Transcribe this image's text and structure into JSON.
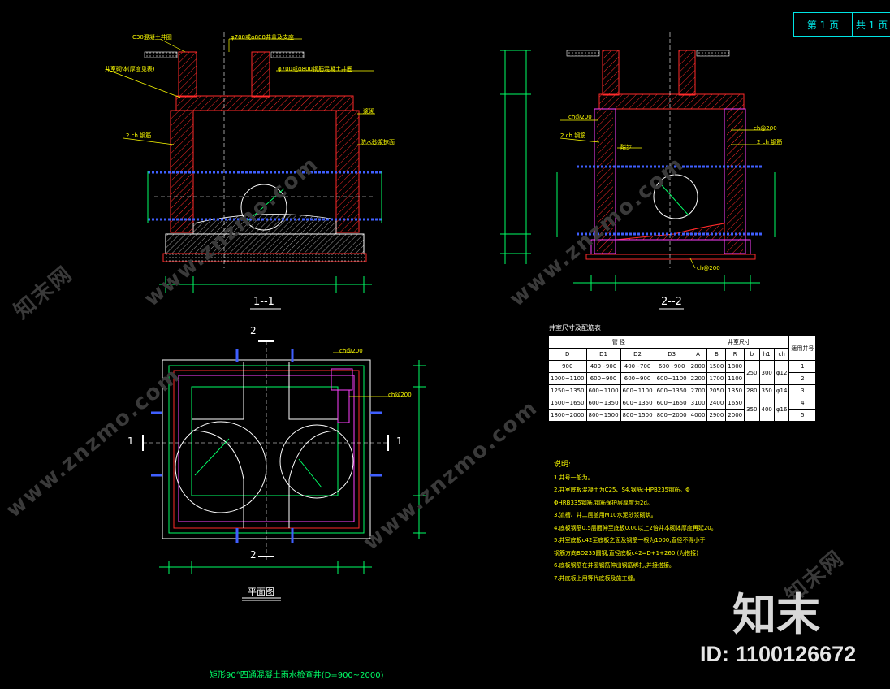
{
  "header": {
    "page_current": "第 1 页",
    "page_total": "共 1 页"
  },
  "section_1": {
    "label": "1--1",
    "callouts": [
      "C30混凝土井圈",
      "φ700或φ800井盖及支座",
      "井室砌体(厚度见表)",
      "φ700或φ800钢筋混凝土井圈",
      "2 ch 钢筋",
      "浆砌",
      "防水砂浆抹面"
    ]
  },
  "section_2": {
    "label": "2--2",
    "callouts": [
      "ch@200",
      "2 ch 钢筋",
      "踏步",
      "ch@200",
      "2 ch 钢筋",
      "ch@200"
    ]
  },
  "plan": {
    "label": "平面图",
    "cut_marks": [
      "2",
      "2",
      "1",
      "1"
    ],
    "callouts": [
      "ch@200",
      "ch@200"
    ]
  },
  "table": {
    "title": "井室尺寸及配筋表",
    "group_headers": [
      "管   径",
      "井室尺寸",
      "适用井号"
    ],
    "columns": [
      "D",
      "D1",
      "D2",
      "D3",
      "A",
      "B",
      "R",
      "b",
      "h1",
      "ch"
    ],
    "rows": [
      [
        "900",
        "400~900",
        "400~700",
        "600~900",
        "2800",
        "1500",
        "1800",
        "250",
        "300",
        "φ12",
        "1"
      ],
      [
        "1000~1100",
        "600~900",
        "600~900",
        "600~1100",
        "2200",
        "1700",
        "1100",
        "",
        "",
        "",
        "2"
      ],
      [
        "1250~1350",
        "600~1100",
        "600~1100",
        "600~1350",
        "2700",
        "2050",
        "1350",
        "280",
        "350",
        "φ14",
        "3"
      ],
      [
        "1500~1650",
        "600~1350",
        "600~1350",
        "600~1650",
        "3100",
        "2400",
        "1650",
        "350",
        "400",
        "φ16",
        "4"
      ],
      [
        "1800~2000",
        "800~1500",
        "800~1500",
        "800~2000",
        "4000",
        "2900",
        "2000",
        "",
        "",
        "",
        "5"
      ]
    ]
  },
  "notes": {
    "title": "说明:",
    "items": [
      "1.井号一般为。",
      "2.井室底板混凝土为C25、S4,钢筋:-HPB235钢筋。Φ",
      "  ΦHRB335钢筋,钢筋保护层厚度为2d。",
      "3.流槽、井二层盖用M10水泥砂浆砌筑。",
      "4.底板钢筋0.5层面伸至底板0.00以上2倍井本砌体厚度再延20。",
      "5.井室底板c42至底板之面及钢筋一根为1000,直径不得小于",
      "  钢筋方向BD235圆钢,直径底板c42=D+1+260,(为搭接)",
      "6.底板钢筋在井圈钢筋伸出钢筋绑扎,并接搭接。",
      "7.井底板上用等代底板及施工缝。"
    ]
  },
  "title_bottom": "矩形90°四通混凝土雨水检查井(D=900~2000)",
  "watermark": {
    "logo_text": "知末",
    "id_text": "ID: 1100126672",
    "site": "www.znzmo.com",
    "cn": "知末网"
  },
  "colors": {
    "background": "#000000",
    "wall": "#ff2a2a",
    "magenta": "#ff40ff",
    "cyan": "#00e5e5",
    "green": "#00ff66",
    "yellow": "#ffff00",
    "blue": "#3f5fff",
    "white": "#ffffff"
  }
}
